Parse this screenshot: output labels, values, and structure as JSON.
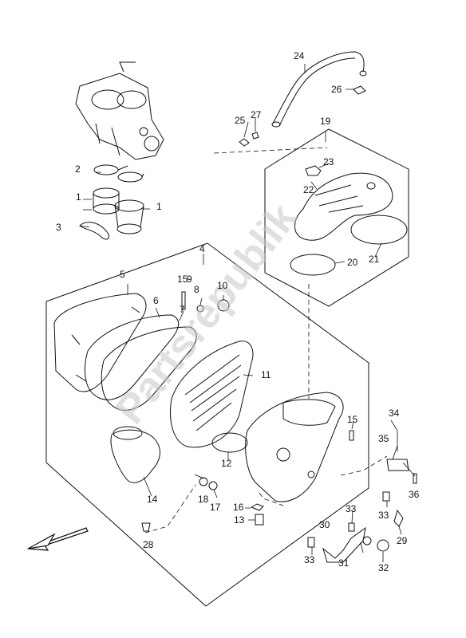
{
  "watermark": "Partsrepublik",
  "callouts": [
    "1",
    "1",
    "2",
    "3",
    "4",
    "5",
    "6",
    "7",
    "8",
    "9",
    "10",
    "11",
    "12",
    "13",
    "14",
    "15",
    "15",
    "16",
    "17",
    "18",
    "19",
    "20",
    "21",
    "22",
    "23",
    "24",
    "25",
    "26",
    "27",
    "28",
    "29",
    "30",
    "31",
    "32",
    "33",
    "33",
    "33",
    "34",
    "35",
    "36"
  ],
  "icons": {
    "front-arrow": "arrow-left-down-icon"
  }
}
